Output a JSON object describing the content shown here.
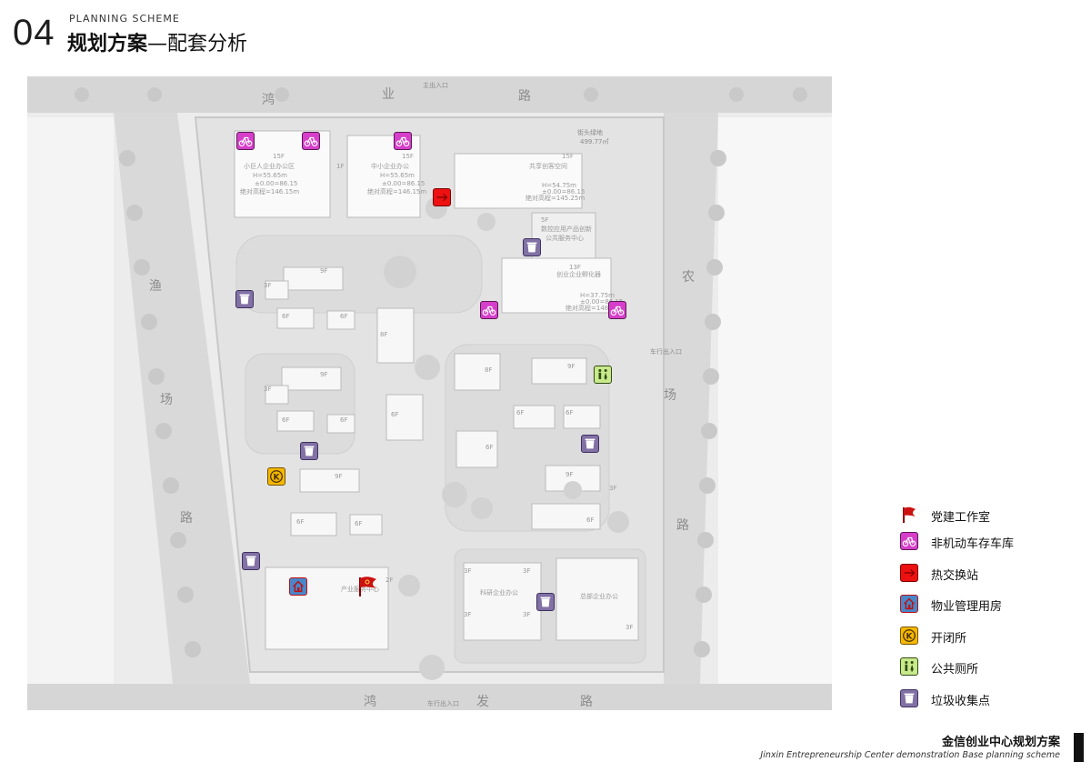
{
  "header": {
    "number": "04",
    "subtitle": "PLANNING SCHEME",
    "title_bold": "规划方案",
    "title_rest": "—配套分析"
  },
  "map_labels": {
    "road_north": [
      "鸿",
      "业",
      "路"
    ],
    "road_south": [
      "鸿",
      "发",
      "路"
    ],
    "road_west": [
      "渔",
      "场",
      "路"
    ],
    "road_east": [
      "农",
      "场",
      "路"
    ],
    "gate_north": "主出入口",
    "gate_south": "车行出入口",
    "gate_east": "车行出入口",
    "corner_green": "街头绿地",
    "corner_green_area": "499.77㎡",
    "bldg_a_floors": "15F",
    "bldg_a_name": "小巨人企业办公区",
    "bldg_a_h": "H=55.65m",
    "bldg_a_pm": "±0.00=86.15",
    "bldg_a_abs": "绝对高程=146.15m",
    "bldg_a_side": "1F",
    "bldg_b_floors": "15F",
    "bldg_b_name": "中小企业办公",
    "bldg_b_h": "H=55.65m",
    "bldg_b_pm": "±0.00=86.15",
    "bldg_b_abs": "绝对高程=146.15m",
    "bldg_c_floors": "15F",
    "bldg_c_name": "共享创客空间",
    "bldg_c_h": "H=54.75m",
    "bldg_c_pm": "±0.00=86.15",
    "bldg_c_abs": "绝对高程=145.25m",
    "bldg_d_floors": "5F",
    "bldg_d_name": "数控应用产品创新",
    "bldg_d_name2": "公共服务中心",
    "bldg_e_floors": "13F",
    "bldg_e_name": "创业企业孵化器",
    "bldg_e_h": "H=37.75m",
    "bldg_e_pm": "±0.00=86.15",
    "bldg_e_abs": "绝对高程=148.25m",
    "bldg_f_floors": "2F",
    "bldg_f_name": "产业服务中心",
    "bldg_g_name": "科研企业办公",
    "bldg_h_name": "总部企业办公",
    "f9": "9F",
    "f8": "8F",
    "f6": "6F",
    "f3": "3F"
  },
  "legend": [
    {
      "icon": "party-flag-icon",
      "label": "党建工作室"
    },
    {
      "icon": "bicycle-icon",
      "label": "非机动车存车库"
    },
    {
      "icon": "heat-exchange-icon",
      "label": "热交换站"
    },
    {
      "icon": "house-icon",
      "label": "物业管理用房"
    },
    {
      "icon": "k-icon",
      "label": "开闭所"
    },
    {
      "icon": "toilet-icon",
      "label": "公共厕所"
    },
    {
      "icon": "trash-bin-icon",
      "label": "垃圾收集点"
    }
  ],
  "icon_text": {
    "k": "K"
  },
  "footer": {
    "title": "金信创业中心规划方案",
    "subtitle": "Jinxin Entrepreneurship Center demonstration Base planning scheme"
  },
  "colors": {
    "bicycle": "#d63fc9",
    "trash": "#8271a5",
    "heat": "#ee1111",
    "property": "#4a86c8",
    "switch": "#f3b800",
    "toilet": "#c8ea8c",
    "flag": "#cc1111"
  }
}
